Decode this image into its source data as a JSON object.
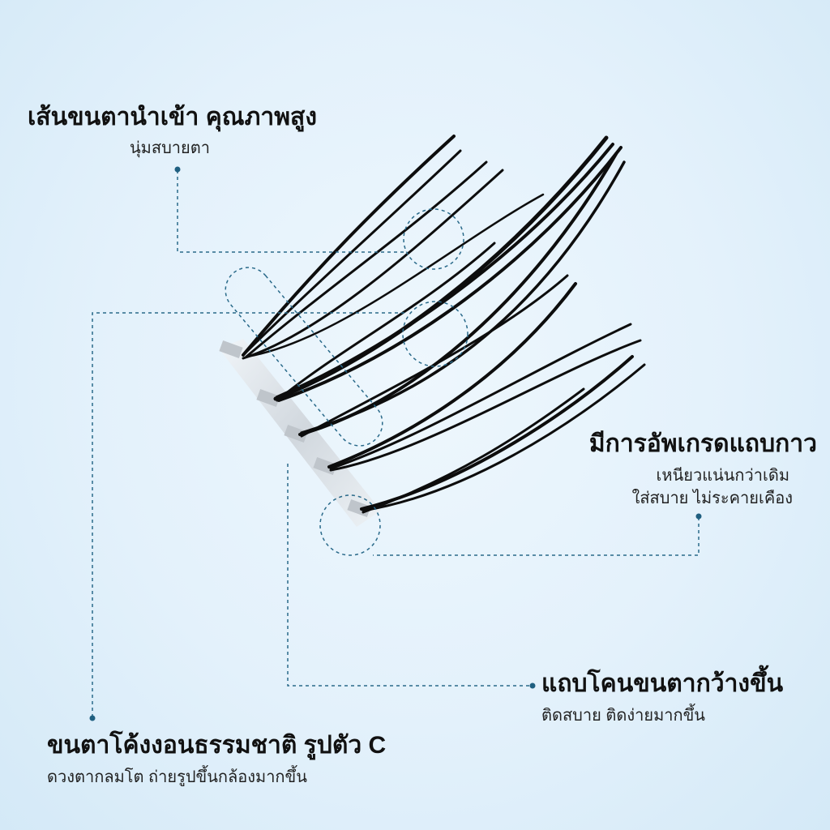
{
  "annotations": {
    "top_left": {
      "title": "เส้นขนตานำเข้า คุณภาพสูง",
      "subtitle": "นุ่มสบายตา"
    },
    "right_middle": {
      "title": "มีการอัพเกรดแถบกาว",
      "line1": "เหนียวแน่นกว่าเดิม",
      "line2": "ใส่สบาย ไม่ระคายเคือง"
    },
    "bottom_right": {
      "title": "แถบโคนขนตากว้างขึ้น",
      "subtitle": "ติดสบาย ติดง่ายมากขึ้น"
    },
    "bottom_left": {
      "title": "ขนตาโค้งงอนธรรมชาติ รูปตัว C",
      "subtitle": "ดวงตากลมโต ถ่ายรูปขึ้นกล้องมากขึ้น"
    }
  },
  "colors": {
    "leader_line": "#2a6a8a",
    "lash": "#0d0d0d",
    "band": "#d8dde2"
  },
  "product": "eyelash-clusters"
}
